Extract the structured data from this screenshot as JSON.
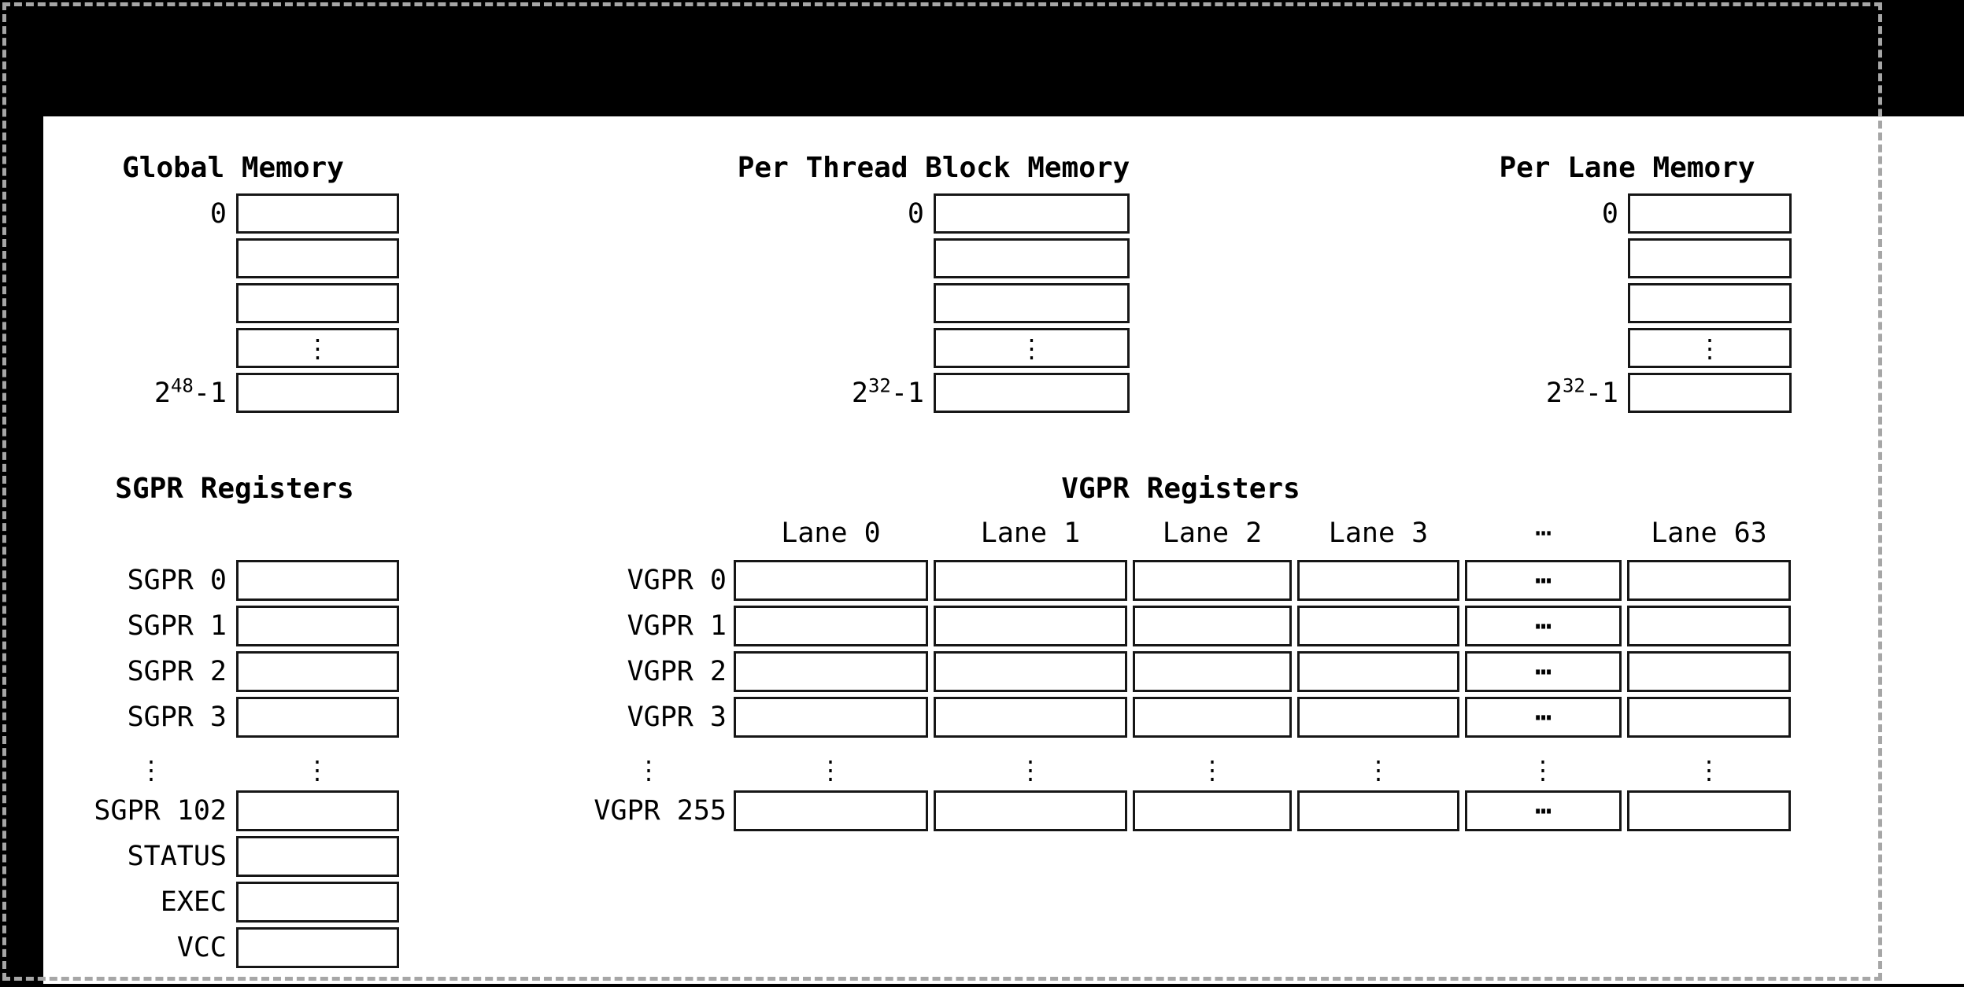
{
  "colors": {
    "frame_bg": "#000000",
    "panel_bg": "#ffffff",
    "box_border": "#161616",
    "dashed_border": "#a6a6a6",
    "text": "#000000"
  },
  "glyphs": {
    "vdots": "⋮",
    "hdots": "⋯"
  },
  "memory_sections": [
    {
      "title": "Global Memory",
      "top_address": "0",
      "bottom_address_base": "2",
      "bottom_address_exp": "48",
      "bottom_address_suffix": "-1"
    },
    {
      "title": "Per Thread Block Memory",
      "top_address": "0",
      "bottom_address_base": "2",
      "bottom_address_exp": "32",
      "bottom_address_suffix": "-1"
    },
    {
      "title": "Per Lane Memory",
      "top_address": "0",
      "bottom_address_base": "2",
      "bottom_address_exp": "32",
      "bottom_address_suffix": "-1"
    }
  ],
  "sgpr": {
    "title": "SGPR Registers",
    "row_labels_top": [
      "SGPR 0",
      "SGPR 1",
      "SGPR 2",
      "SGPR 3"
    ],
    "row_labels_bottom": [
      "SGPR 102",
      "STATUS",
      "EXEC",
      "VCC"
    ]
  },
  "vgpr": {
    "title": "VGPR Registers",
    "lane_headers": [
      "Lane 0",
      "Lane 1",
      "Lane 2",
      "Lane 3",
      "⋯",
      "Lane 63"
    ],
    "row_labels_top": [
      "VGPR 0",
      "VGPR 1",
      "VGPR 2",
      "VGPR 3"
    ],
    "row_label_bottom": "VGPR 255"
  }
}
